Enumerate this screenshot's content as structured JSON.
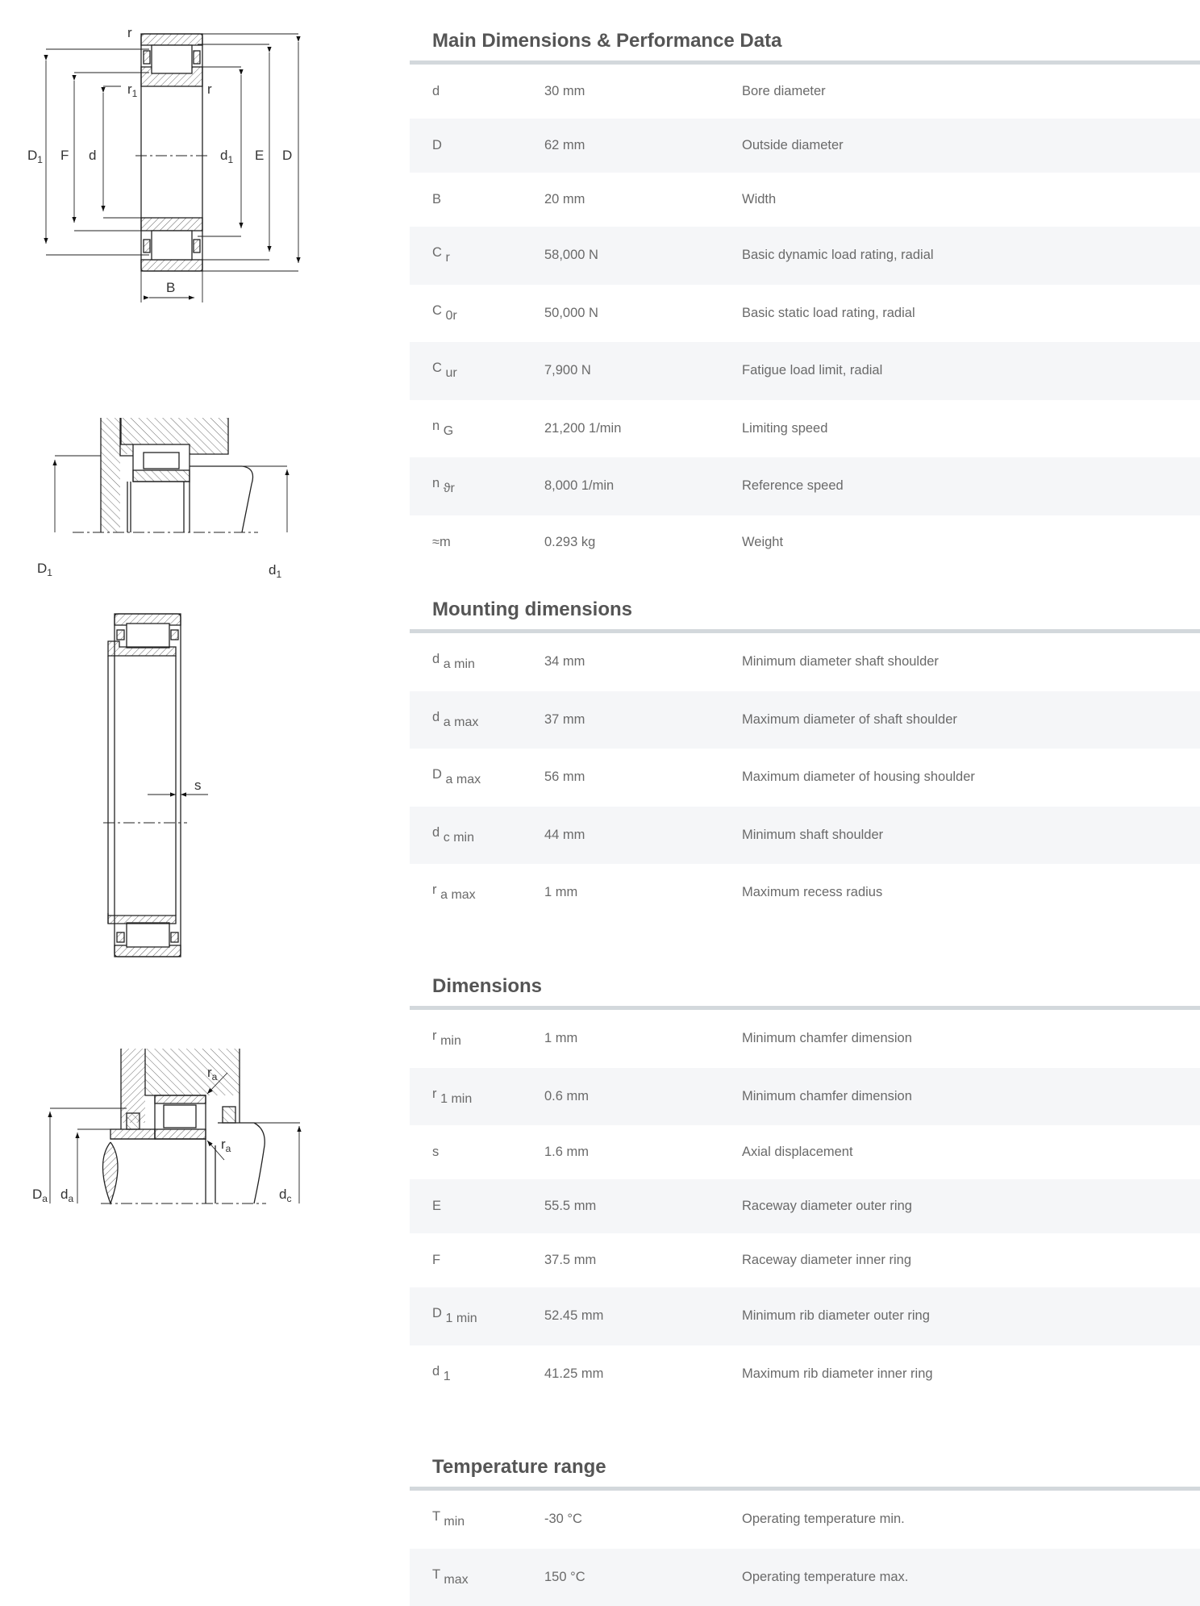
{
  "drawings": {
    "d1": {
      "r_top": "r",
      "r1": "r",
      "r1_sub": "1",
      "r_right": "r",
      "D1": "D",
      "D1_sub": "1",
      "F": "F",
      "d": "d",
      "d1": "d",
      "d1_sub": "1",
      "E": "E",
      "D": "D",
      "B": "B"
    },
    "d2": {
      "D1": "D",
      "D1_sub": "1",
      "d1": "d",
      "d1_sub": "1"
    },
    "d3": {
      "s": "s"
    },
    "d4": {
      "ra": "r",
      "ra_sub": "a",
      "Da": "D",
      "Da_sub": "a",
      "da": "d",
      "da_sub": "a",
      "dc": "d",
      "dc_sub": "c"
    }
  },
  "sections": [
    {
      "title": "Main Dimensions & Performance Data",
      "rows": [
        {
          "sym": "d",
          "sub": "",
          "value": "30  mm",
          "desc": "Bore diameter"
        },
        {
          "sym": "D",
          "sub": "",
          "value": "62  mm",
          "desc": "Outside diameter"
        },
        {
          "sym": "B",
          "sub": "",
          "value": "20  mm",
          "desc": "Width"
        },
        {
          "sym": "C",
          "sub": "r",
          "value": "58,000  N",
          "desc": "Basic dynamic load rating, radial"
        },
        {
          "sym": "C",
          "sub": "0r",
          "value": "50,000  N",
          "desc": "Basic static load rating, radial"
        },
        {
          "sym": "C",
          "sub": "ur",
          "value": "7,900  N",
          "desc": "Fatigue load limit, radial"
        },
        {
          "sym": "n",
          "sub": "G",
          "value": "21,200  1/min",
          "desc": "Limiting speed"
        },
        {
          "sym": "n",
          "sub": "ϑr",
          "value": "8,000  1/min",
          "desc": "Reference speed"
        },
        {
          "sym": "≈m",
          "sub": "",
          "value": "0.293  kg",
          "desc": "Weight"
        }
      ]
    },
    {
      "title": "Mounting dimensions",
      "rows": [
        {
          "sym": "d",
          "sub": "a min",
          "value": "34  mm",
          "desc": "Minimum diameter shaft shoulder"
        },
        {
          "sym": "d",
          "sub": "a max",
          "value": "37  mm",
          "desc": "Maximum diameter of shaft shoulder"
        },
        {
          "sym": "D",
          "sub": "a max",
          "value": "56  mm",
          "desc": "Maximum diameter of housing shoulder"
        },
        {
          "sym": "d",
          "sub": "c min",
          "value": "44  mm",
          "desc": "Minimum shaft shoulder"
        },
        {
          "sym": "r",
          "sub": "a max",
          "value": "1  mm",
          "desc": "Maximum recess radius"
        }
      ]
    },
    {
      "title": "Dimensions",
      "rows": [
        {
          "sym": "r",
          "sub": "min",
          "value": "1  mm",
          "desc": "Minimum chamfer dimension"
        },
        {
          "sym": "r",
          "sub": "1 min",
          "value": "0.6  mm",
          "desc": "Minimum chamfer dimension"
        },
        {
          "sym": "s",
          "sub": "",
          "value": "1.6  mm",
          "desc": "Axial displacement"
        },
        {
          "sym": "E",
          "sub": "",
          "value": "55.5  mm",
          "desc": "Raceway diameter outer ring"
        },
        {
          "sym": "F",
          "sub": "",
          "value": "37.5  mm",
          "desc": "Raceway diameter inner ring"
        },
        {
          "sym": "D",
          "sub": "1 min",
          "value": "52.45  mm",
          "desc": "Minimum rib diameter outer ring"
        },
        {
          "sym": "d",
          "sub": "1",
          "value": "41.25  mm",
          "desc": "Maximum rib diameter inner ring"
        }
      ]
    },
    {
      "title": "Temperature range",
      "rows": [
        {
          "sym": "T",
          "sub": "min",
          "value": "-30  °C",
          "desc": "Operating temperature min."
        },
        {
          "sym": "T",
          "sub": "max",
          "value": "150  °C",
          "desc": "Operating temperature max."
        }
      ]
    }
  ]
}
